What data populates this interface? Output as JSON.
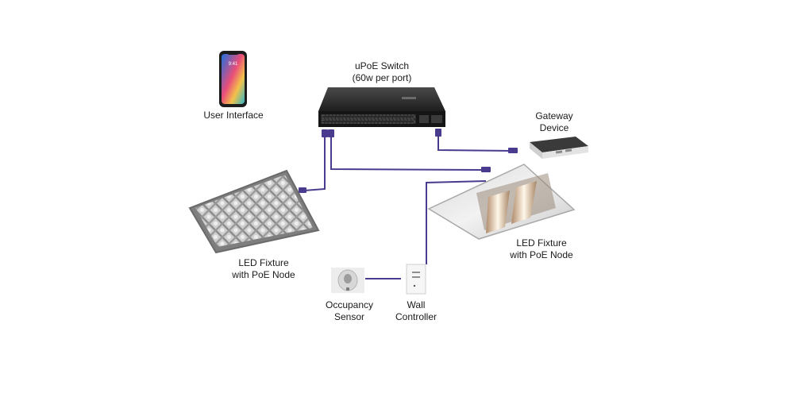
{
  "labels": {
    "switch": [
      "uPoE Switch",
      "(60w per port)"
    ],
    "user_interface": [
      "User Interface"
    ],
    "gateway": [
      "Gateway",
      "Device"
    ],
    "fixture_left": [
      "LED Fixture",
      "with PoE Node"
    ],
    "fixture_right": [
      "LED Fixture",
      "with PoE Node"
    ],
    "occupancy_sensor": [
      "Occupancy",
      "Sensor"
    ],
    "wall_controller": [
      "Wall",
      "Controller"
    ]
  },
  "colors": {
    "cable": "#4b3b8f",
    "switch_body": "#2b2b2b",
    "fixture_frame": "#8f8f8f",
    "phone_body": "#1c1c1c"
  }
}
